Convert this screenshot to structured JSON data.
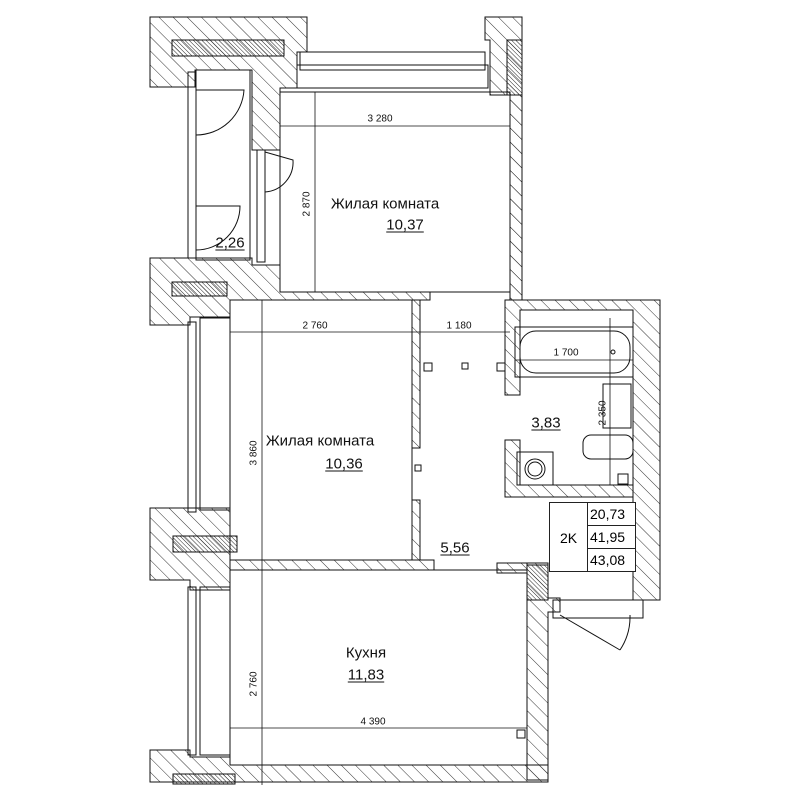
{
  "plan": {
    "type": "2K",
    "areas": {
      "living_area": "20,73",
      "total_area": "41,95",
      "total_with_balcony": "43,08"
    },
    "rooms": [
      {
        "name": "Жилая комната",
        "area": "10,37"
      },
      {
        "name": "Жилая комната",
        "area": "10,36"
      },
      {
        "name": "Кухня",
        "area": "11,83"
      },
      {
        "name": "",
        "area": "3,83"
      },
      {
        "name": "",
        "area": "5,56"
      },
      {
        "name": "",
        "area": "2,26"
      }
    ],
    "dimensions": {
      "room1_width": "3 280",
      "room1_height": "2 870",
      "room2_width": "2 760",
      "corridor_width": "1 180",
      "room2_height": "3 860",
      "bath_length": "1 700",
      "bathroom_depth": "2 350",
      "kitchen_height": "2 760",
      "kitchen_width": "4 390"
    }
  },
  "colors": {
    "line": "#111111",
    "hatch": "#333333",
    "background": "#ffffff"
  }
}
